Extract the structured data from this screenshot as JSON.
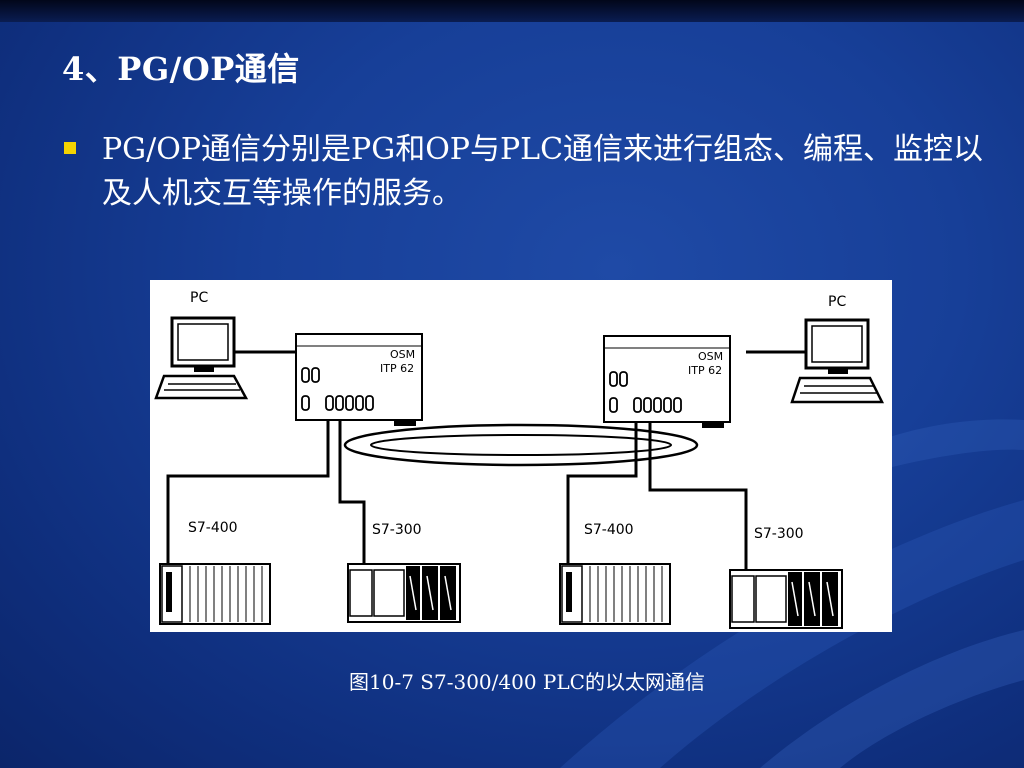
{
  "slide": {
    "title": "4、PG/OP通信",
    "bullet": "PG/OP通信分别是PG和OP与PLC通信来进行组态、编程、监控以及人机交互等操作的服务。",
    "caption": "图10-7 S7-300/400 PLC的以太网通信"
  },
  "figure": {
    "pc_left": "PC",
    "pc_right": "PC",
    "switch_left": [
      "OSM",
      "ITP 62"
    ],
    "switch_right": [
      "OSM",
      "ITP 62"
    ],
    "plc_left_a": "S7-400",
    "plc_left_b": "S7-300",
    "plc_right_a": "S7-400",
    "plc_right_b": "S7-300"
  },
  "colors": {
    "background": "#173f98",
    "bullet_marker": "#f5d400",
    "text": "#ffffff"
  }
}
